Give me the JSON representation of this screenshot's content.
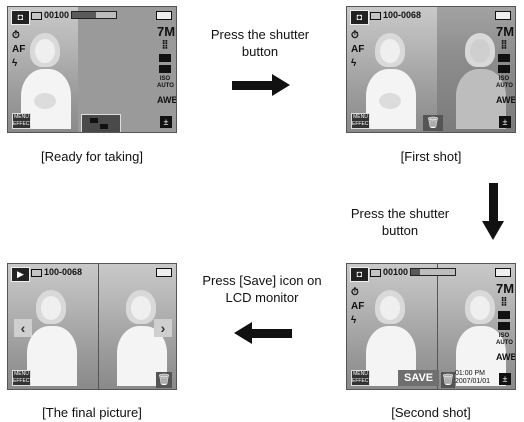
{
  "screens": {
    "ready": {
      "mode_icon": "camera-icon",
      "counter": "00100",
      "timer_progress": 0.55,
      "right_size": "7M",
      "iso": "ISO AUTO",
      "awb": "AWB",
      "menu": "MENU EFFECT",
      "left_icons": [
        "OFF",
        "AF"
      ],
      "caption": "[Ready for taking]"
    },
    "first": {
      "counter": "100-0068",
      "right_size": "7M",
      "iso": "ISO AUTO",
      "awb": "AWB",
      "menu": "MENU EFFECT",
      "left_icons": [
        "OFF",
        "AF"
      ],
      "caption": "[First shot]"
    },
    "second": {
      "counter": "00100",
      "timer_progress": 0.2,
      "right_size": "7M",
      "iso": "ISO AUTO",
      "awb": "AWB",
      "menu": "MENU EFFECT",
      "left_icons": [
        "OFF",
        "AF"
      ],
      "save": "SAVE",
      "time": "01:00 PM",
      "date": "2007/01/01",
      "caption": "[Second shot]"
    },
    "final": {
      "counter": "100-0068",
      "menu": "MENU EFFECT",
      "caption": "[The final picture]"
    }
  },
  "instructions": {
    "step1": [
      "Press the shutter",
      "button"
    ],
    "step2": [
      "Press the shutter",
      "button"
    ],
    "step3": [
      "Press [Save] icon on",
      "LCD monitor"
    ]
  }
}
